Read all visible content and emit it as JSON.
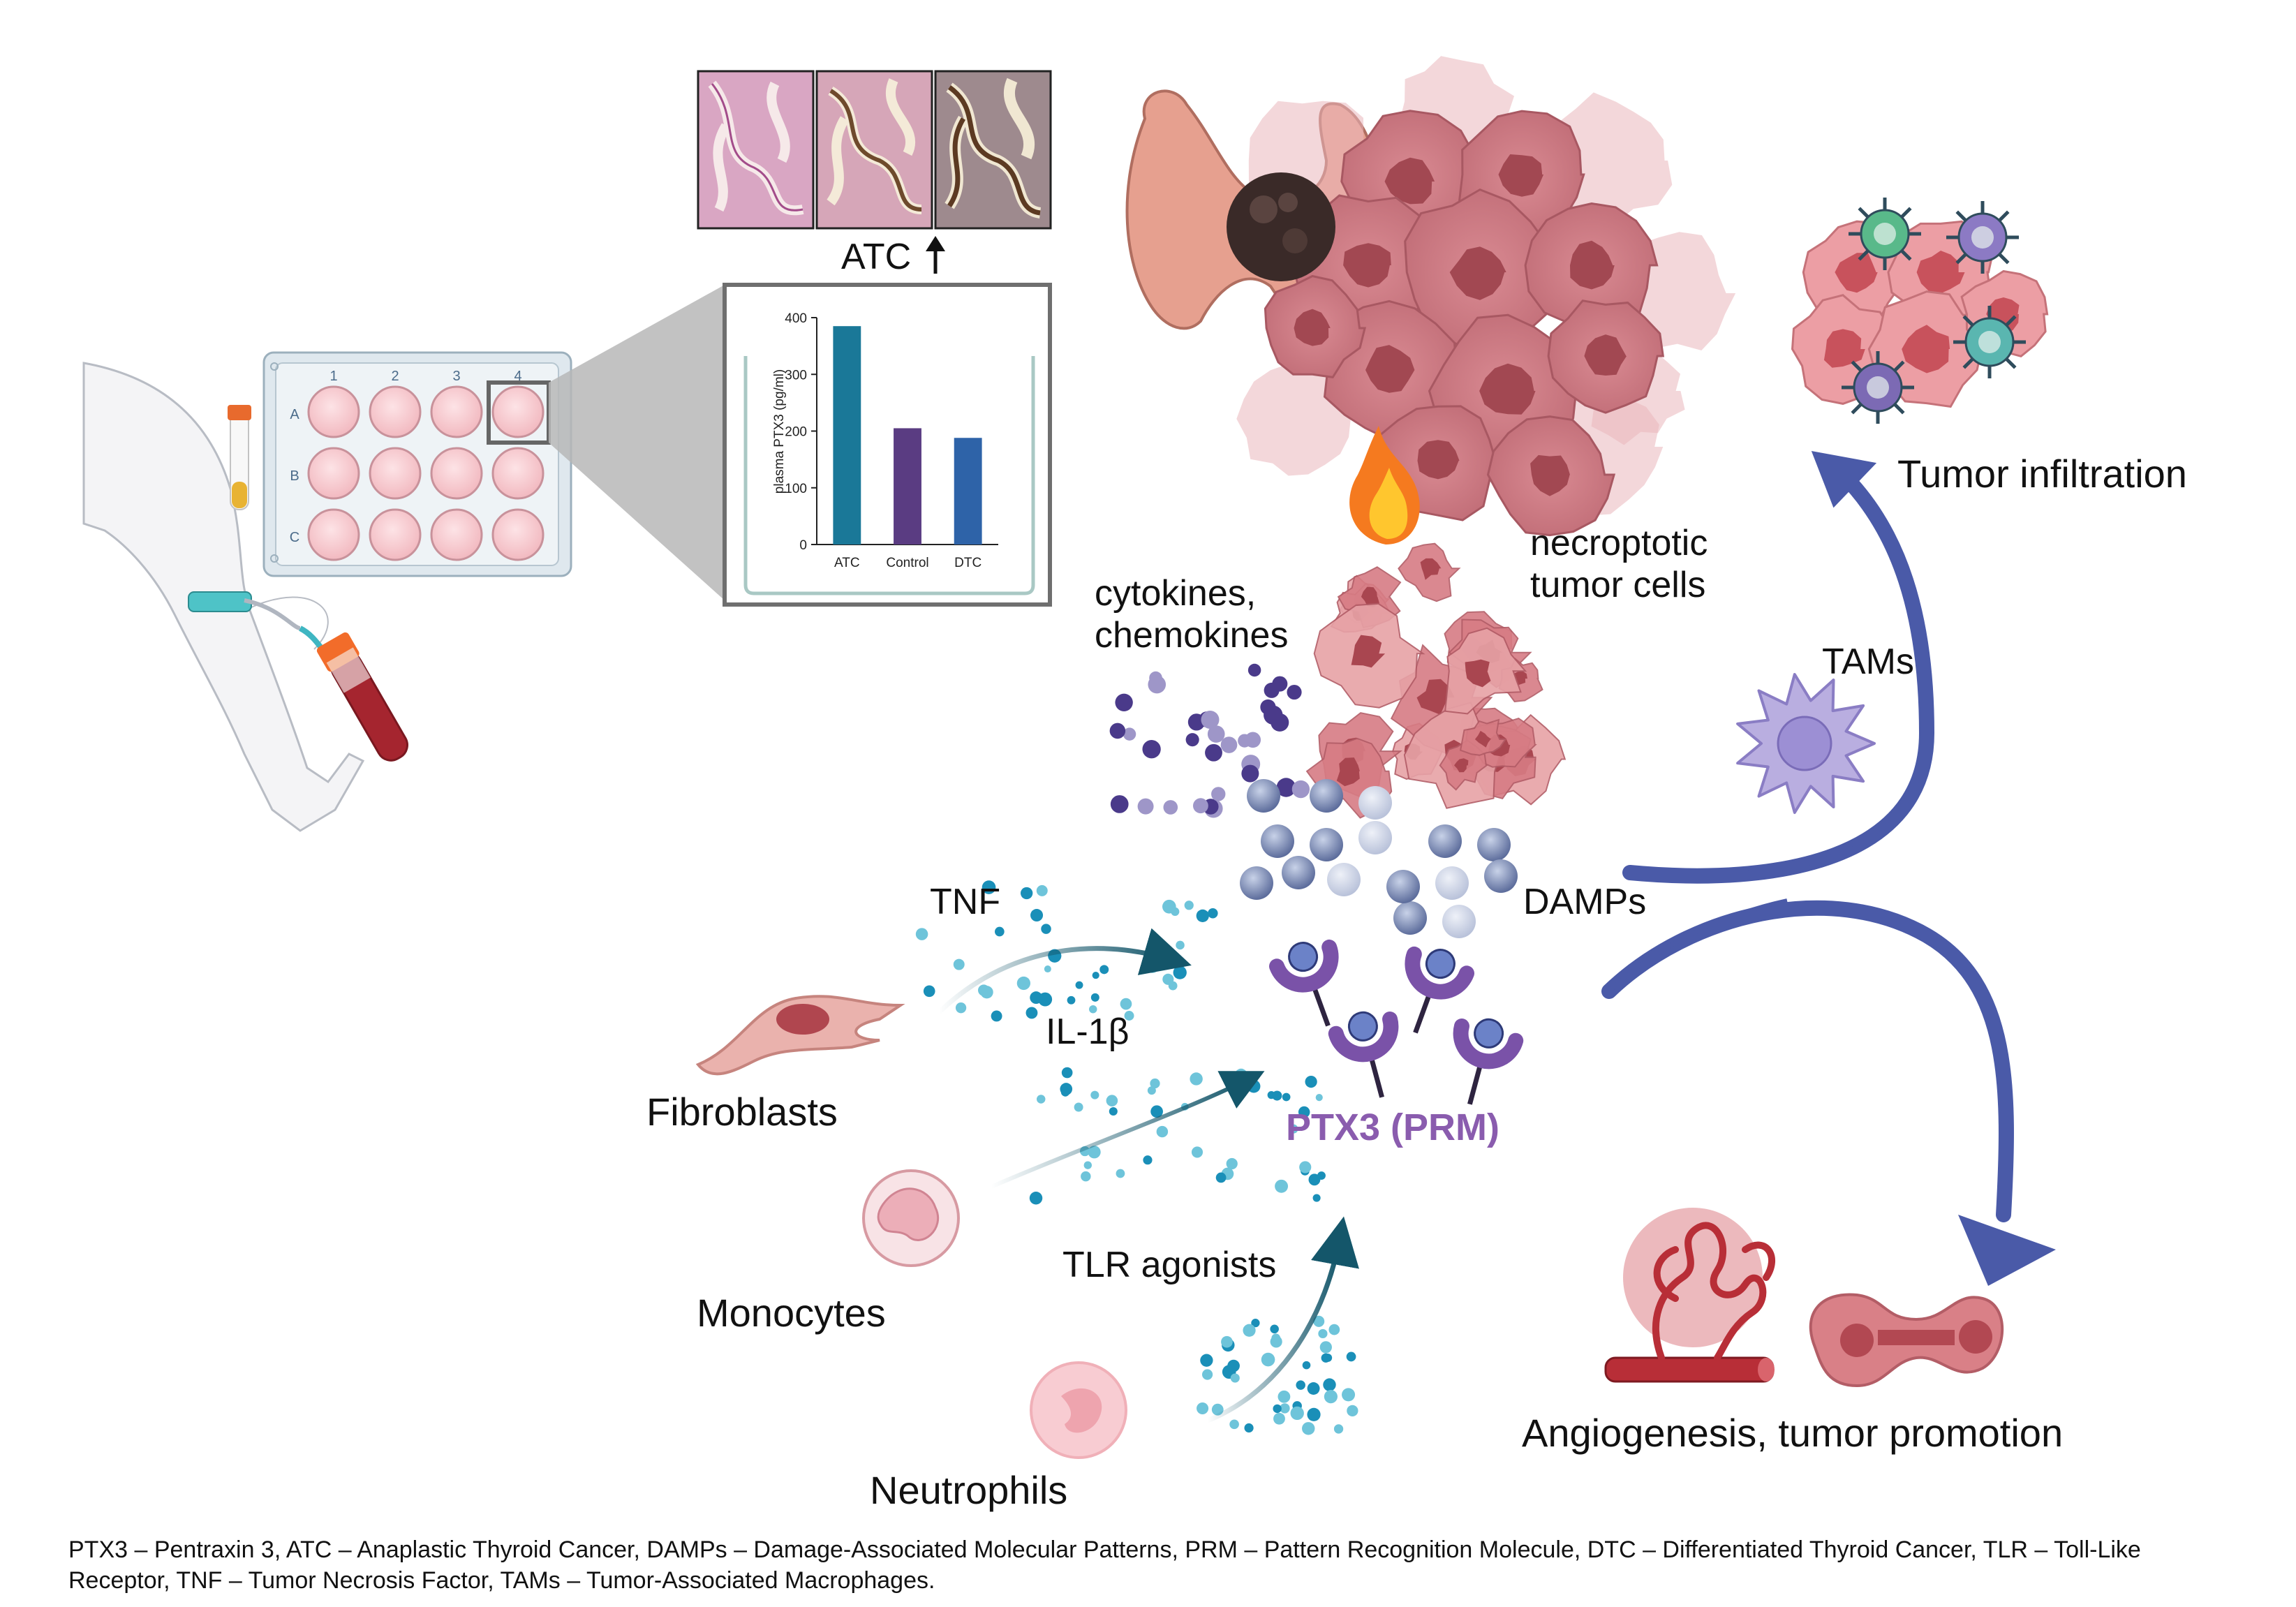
{
  "labels": {
    "atc_up": "ATC",
    "necroptotic": "necroptotic",
    "tumor_cells": "tumor cells",
    "cytokines": "cytokines,",
    "chemokines": "chemokines",
    "tumor_infiltration": "Tumor infiltration",
    "tams": "TAMs",
    "damps": "DAMPs",
    "tnf": "TNF",
    "il1b": "IL-1β",
    "fibroblasts": "Fibroblasts",
    "ptx3": "PTX3 (PRM)",
    "tlr_agonists": "TLR agonists",
    "monocytes": "Monocytes",
    "neutrophils": "Neutrophils",
    "angiogenesis": "Angiogenesis, tumor promotion"
  },
  "plate": {
    "columns": [
      "1",
      "2",
      "3",
      "4"
    ],
    "rows": [
      "A",
      "B",
      "C"
    ]
  },
  "footnote": "PTX3 – Pentraxin 3,  ATC – Anaplastic Thyroid Cancer, DAMPs – Damage-Associated Molecular Patterns, PRM – Pattern Recognition Molecule, DTC – Differentiated Thyroid Cancer, TLR – Toll-Like Receptor, TNF – Tumor Necrosis Factor, TAMs – Tumor-Associated Macrophages.",
  "chart_data": {
    "type": "bar",
    "categories": [
      "ATC",
      "Control",
      "DTC"
    ],
    "values": [
      385,
      205,
      188
    ],
    "colors": [
      "#1a7898",
      "#5a3c82",
      "#2e63a8"
    ],
    "ylabel": "plasma PTX3 (pg/ml)",
    "ylim": [
      0,
      400
    ],
    "yticks": [
      0,
      100,
      200,
      300,
      400
    ]
  },
  "colors": {
    "ptx3": "#8a5cae",
    "arrow": "#4a5aa8",
    "teal_arrow": "#14566a",
    "tumor": "#c9767e"
  }
}
